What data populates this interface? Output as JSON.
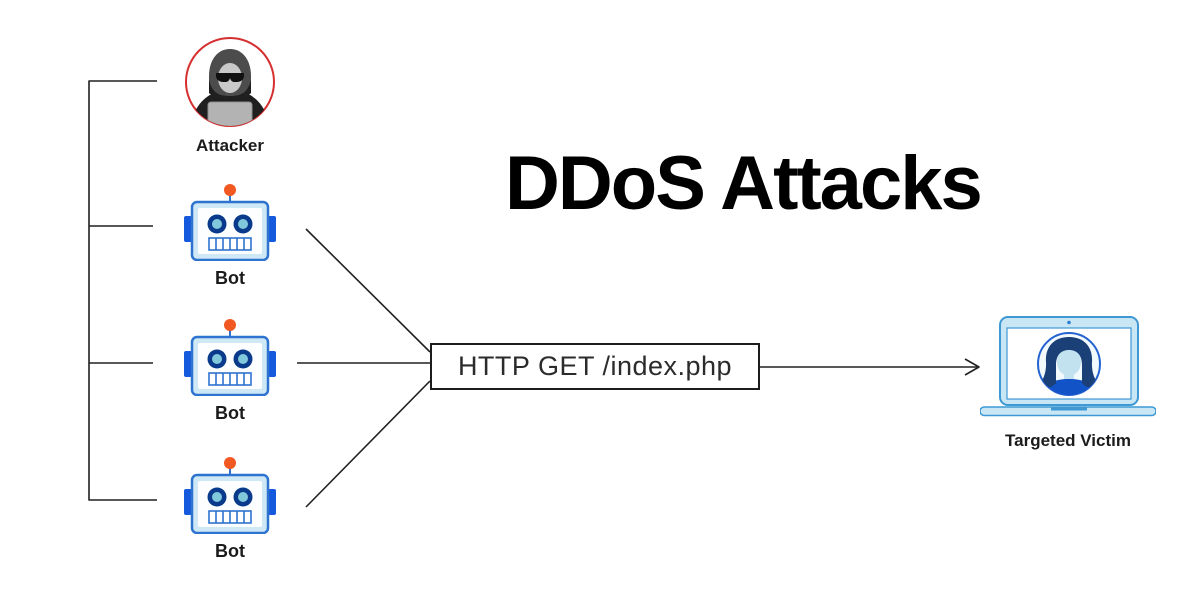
{
  "title": "DDoS Attacks",
  "nodes": {
    "attacker": {
      "label": "Attacker"
    },
    "bots": [
      {
        "label": "Bot"
      },
      {
        "label": "Bot"
      },
      {
        "label": "Bot"
      }
    ],
    "victim": {
      "label": "Targeted Victim"
    }
  },
  "request_box": {
    "label": "HTTP GET /index.php"
  },
  "icons": {
    "attacker": "hooded-hacker-icon",
    "bot": "robot-head-icon",
    "victim": "laptop-user-icon",
    "arrow": "right-arrow-icon"
  },
  "colors": {
    "line": "#212121",
    "attacker-ring": "#d62f2f",
    "bot-border": "#2e73cf",
    "bot-ear": "#1559dd",
    "bot-face": "#cfe8f5",
    "bot-eye": "#0a3a8c",
    "bot-eye-center": "#82c8dc",
    "bot-antenna": "#f25822",
    "laptop-border": "#3e98d4",
    "laptop-fill": "#c9e6f5",
    "avatar-ring": "#2563d0",
    "avatar-hair": "#1b3f77",
    "avatar-face": "#c3e2ef",
    "avatar-shirt": "#1353c8"
  }
}
